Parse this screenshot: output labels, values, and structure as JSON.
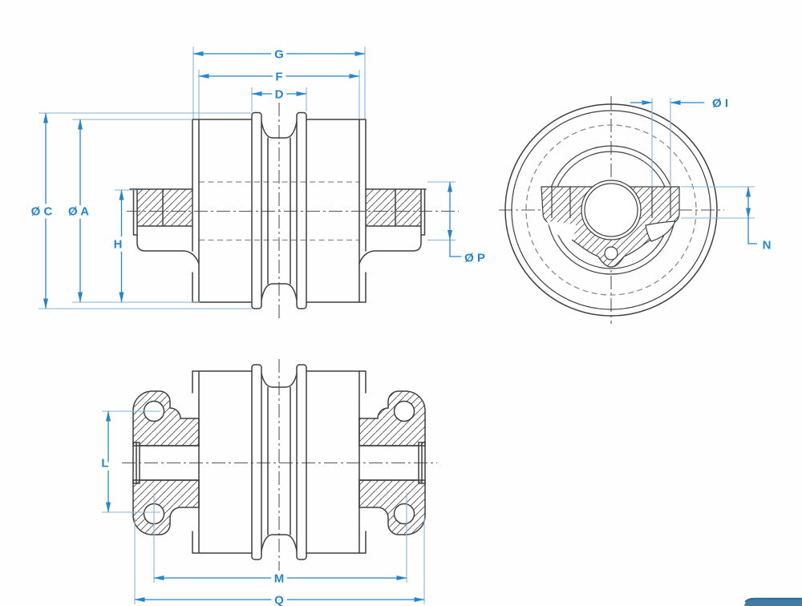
{
  "drawing": {
    "dimension_labels": {
      "g": "G",
      "f": "F",
      "d": "D",
      "c": "Ø C",
      "a": "Ø A",
      "h": "H",
      "p": "Ø P",
      "i": "Ø I",
      "n": "N",
      "l": "L",
      "m": "M",
      "q": "Q"
    },
    "colors": {
      "dimension_blue": "#2585cf",
      "extension_blue": "#85b4da",
      "part_line": "#3f3f3f",
      "hidden_line": "#8a8a8a",
      "center_line": "#565656"
    }
  },
  "footer": {
    "bar_color": "#3e7ba6"
  }
}
